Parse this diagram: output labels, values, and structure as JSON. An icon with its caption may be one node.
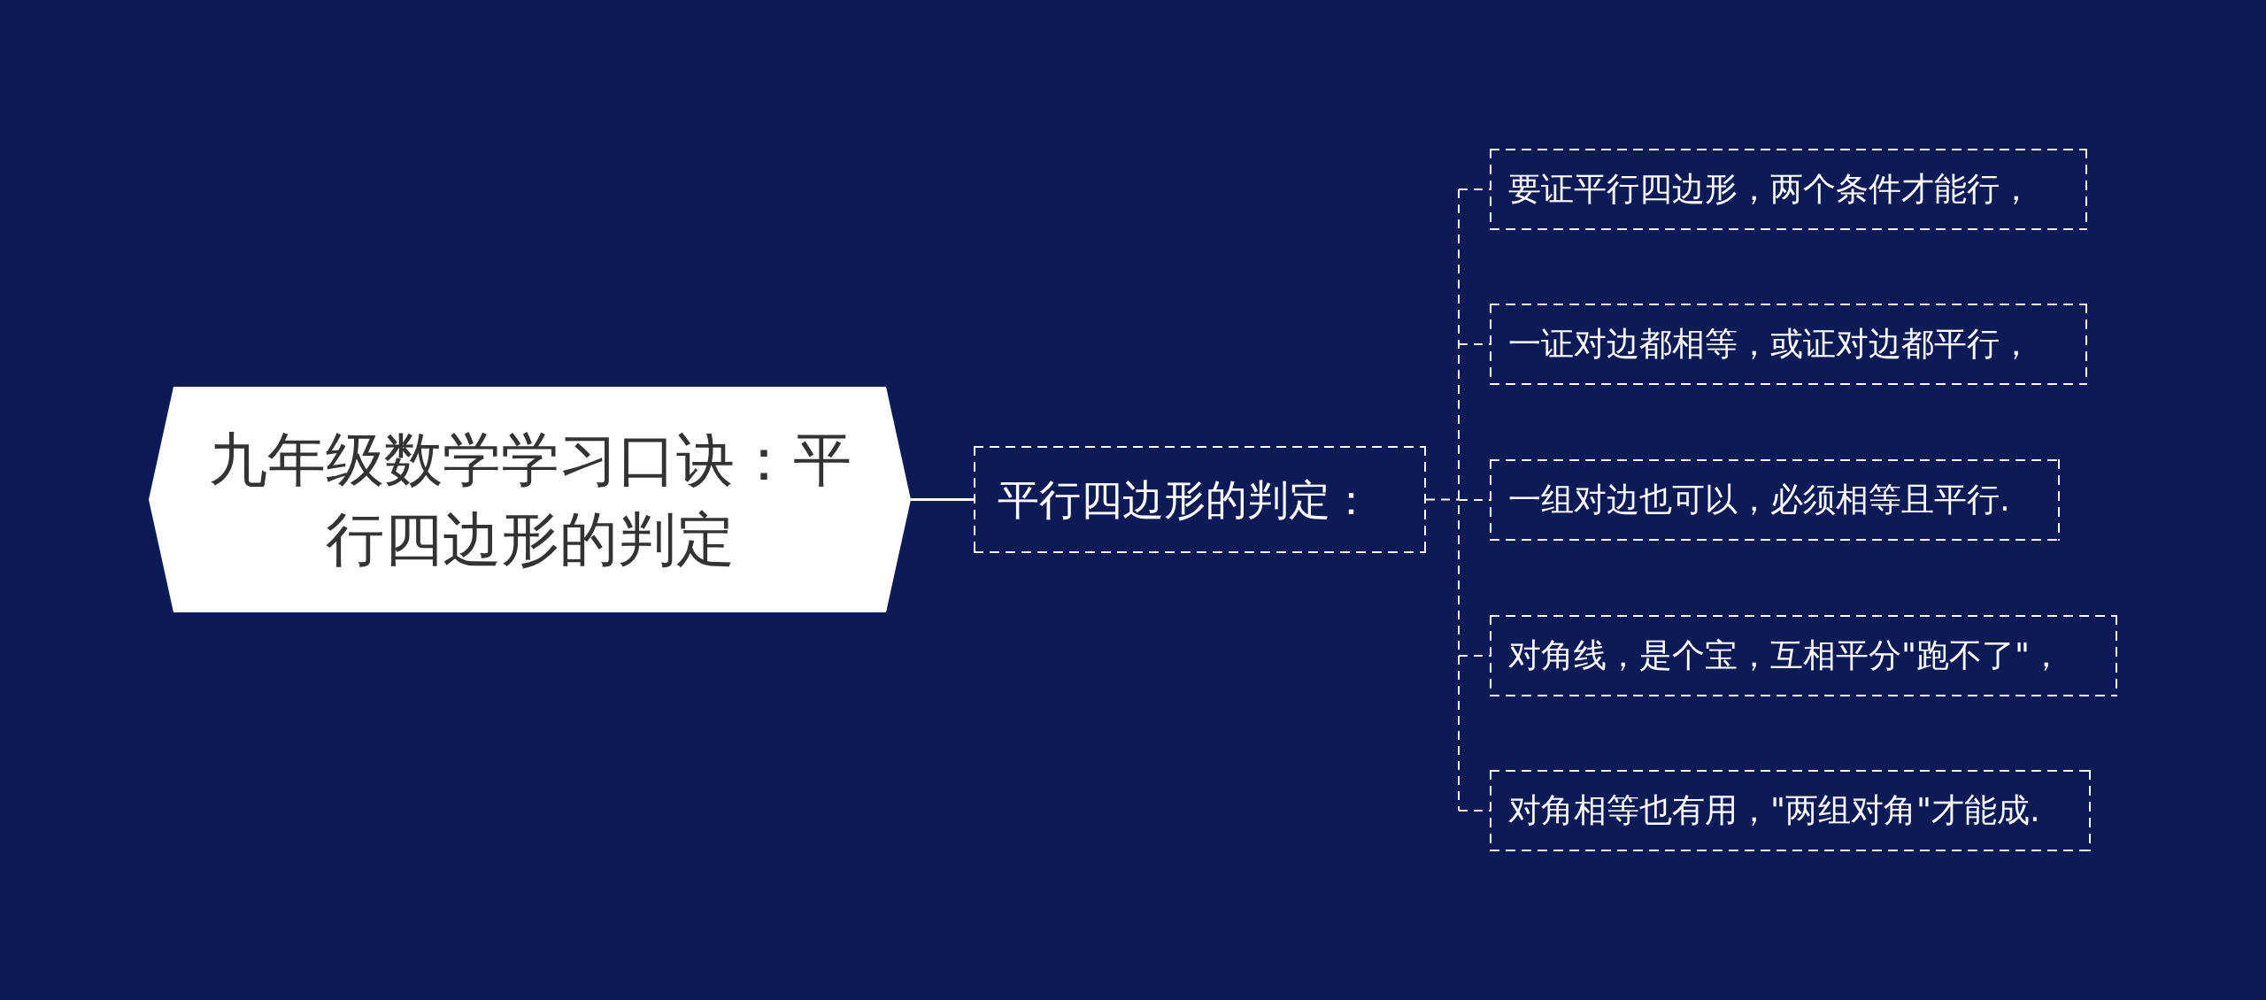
{
  "diagram": {
    "nodes": [
      {
        "text": [
          "九年级数学学习口诀：平行四边形的判定"
        ]
      },
      {
        "text": [
          "平行四边形的判定："
        ]
      },
      {
        "text": [
          "要证平行四边形，两个条件才能行，"
        ]
      },
      {
        "text": [
          "一证对边都相等，或证对边都平行，"
        ]
      },
      {
        "text": [
          "一组对边也可以，必须相等且平行."
        ]
      },
      {
        "text": [
          "对角线，是个宝，互相平分\"跑不了\"，"
        ]
      },
      {
        "text": [
          "对角相等也有用，\"两组对角\"才能成."
        ]
      }
    ],
    "edges": [
      {
        "from": 0,
        "to": 1,
        "arrow": "none"
      },
      {
        "from": 1,
        "to": 2,
        "arrow": "none",
        "style": "dashed"
      },
      {
        "from": 1,
        "to": 3,
        "arrow": "none",
        "style": "dashed"
      },
      {
        "from": 1,
        "to": 4,
        "arrow": "none",
        "style": "dashed"
      },
      {
        "from": 1,
        "to": 5,
        "arrow": "none",
        "style": "dashed"
      },
      {
        "from": 1,
        "to": 6,
        "arrow": "none",
        "style": "dashed"
      }
    ]
  }
}
